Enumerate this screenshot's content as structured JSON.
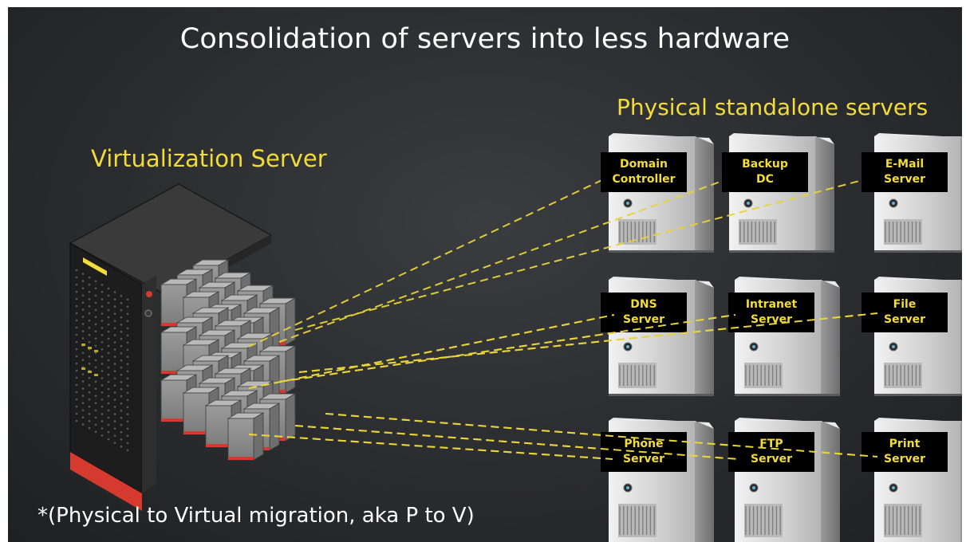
{
  "title": "Consolidation of servers into less hardware",
  "headings": {
    "physical": "Physical standalone servers",
    "virtual": "Virtualization Server"
  },
  "footnote": "*(Physical to Virtual migration, aka P to V)",
  "servers": [
    {
      "id": "domain-controller",
      "label": "Domain\nController"
    },
    {
      "id": "backup-dc",
      "label": "Backup\nDC"
    },
    {
      "id": "email-server",
      "label": "E-Mail\nServer"
    },
    {
      "id": "dns-server",
      "label": "DNS\nServer"
    },
    {
      "id": "intranet-server",
      "label": "Intranet\nServer"
    },
    {
      "id": "file-server",
      "label": "File\nServer"
    },
    {
      "id": "phone-server",
      "label": "Phone\nServer"
    },
    {
      "id": "ftp-server",
      "label": "FTP\nServer"
    },
    {
      "id": "print-server",
      "label": "Print\nServer"
    }
  ],
  "colors": {
    "background": "#2b2c2f",
    "accent_text": "#f2dc38",
    "connector": "#e6d43a",
    "label_bg": "#000000",
    "server_body": "#d8d8d8",
    "vm_box": "#8a8a8a",
    "rack_red": "#d43a2e"
  }
}
